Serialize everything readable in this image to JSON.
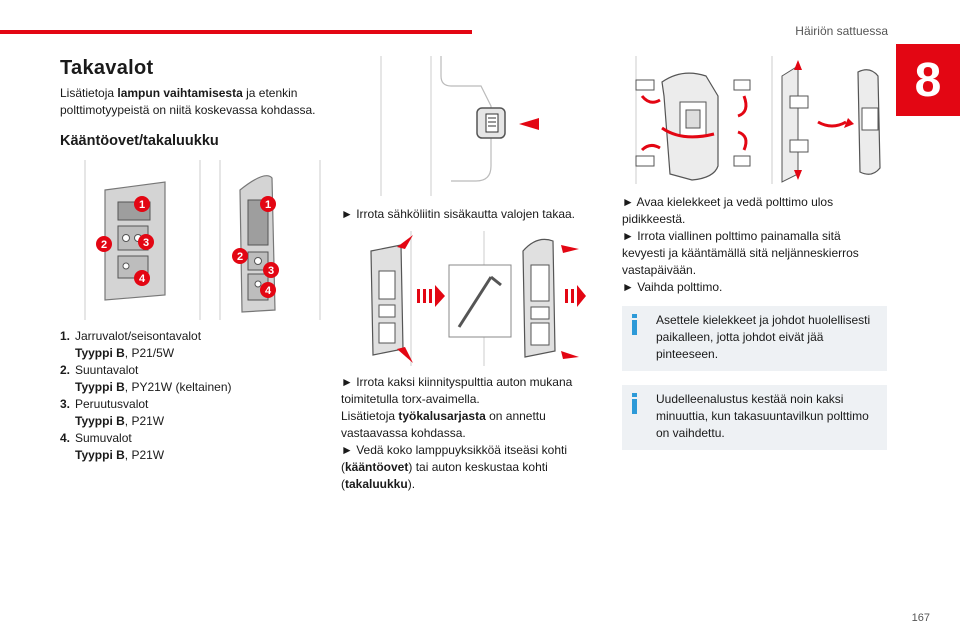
{
  "header": {
    "running_head": "Häiriön sattuessa",
    "chapter": "8"
  },
  "col1": {
    "title": "Takavalot",
    "intro_pre": "Lisätietoja ",
    "intro_bold": "lampun vaihtamisesta",
    "intro_post": " ja etenkin polttimotyypeistä on niitä koskevassa kohdassa.",
    "subtitle": "Kääntöovet/takaluukku",
    "callouts": [
      "1",
      "2",
      "3",
      "4"
    ],
    "legend": [
      {
        "num": "1.",
        "name": "Jarruvalot/seisontavalot",
        "type_bold": "Tyyppi B",
        "type_rest": ", P21/5W"
      },
      {
        "num": "2.",
        "name": "Suuntavalot",
        "type_bold": "Tyyppi B",
        "type_rest": ", PY21W (keltainen)"
      },
      {
        "num": "3.",
        "name": "Peruutusvalot",
        "type_bold": "Tyyppi B",
        "type_rest": ", P21W"
      },
      {
        "num": "4.",
        "name": "Sumuvalot",
        "type_bold": "Tyyppi B",
        "type_rest": ", P21W"
      }
    ]
  },
  "col2": {
    "step1": "► Irrota sähköliitin sisäkautta valojen takaa.",
    "step2": "► Irrota kaksi kiinnityspulttia auton mukana toimitetulla torx-avaimella.",
    "ref_pre": "Lisätietoja ",
    "ref_bold": "työkalusarjasta",
    "ref_post": " on annettu vastaavassa kohdassa.",
    "step3_pre": "► Vedä koko lamppuyksikköä itseäsi kohti (",
    "step3_b1": "kääntöovet",
    "step3_mid": ") tai auton keskustaa kohti (",
    "step3_b2": "takaluukku",
    "step3_post": ")."
  },
  "col3": {
    "step1": "► Avaa kielekkeet ja vedä polttimo ulos pidikkeestä.",
    "step2": "► Irrota viallinen polttimo painamalla sitä kevyesti ja kääntämällä sitä neljänneskierros vastapäivään.",
    "step3": "► Vaihda polttimo.",
    "info1": "Asettele kielekkeet ja johdot huolellisesti paikalleen, jotta johdot eivät jää pinteeseen.",
    "info2": "Uudelleenalustus kestää noin kaksi minuuttia, kun takasuuntavilkun polttimo on vaihdettu."
  },
  "footer": {
    "page": "167"
  },
  "colors": {
    "accent": "#e30613",
    "info_icon": "#2d9ad8",
    "info_bg": "#eef1f4"
  }
}
